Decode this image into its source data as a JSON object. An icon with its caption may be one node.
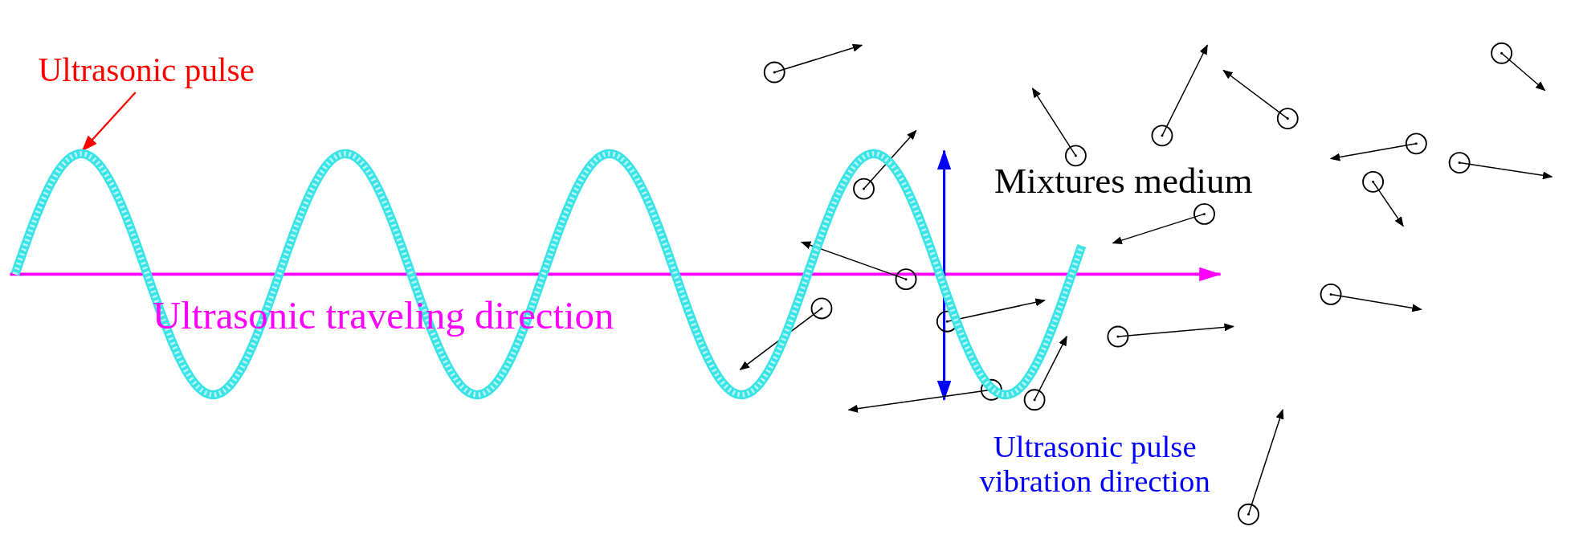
{
  "diagram": {
    "nodes": [
      {
        "text": [
          "Ultrasonic pulse"
        ]
      },
      {
        "text": [],
        "shape": "wave"
      }
    ],
    "edges": [
      {
        "from": 0,
        "to": 1,
        "arrow": "to",
        "color": "#ff0000"
      }
    ],
    "labels": [
      "Ultrasonic traveling direction",
      "Mixtures medium",
      "Ultrasonic pulse vibration direction"
    ]
  }
}
